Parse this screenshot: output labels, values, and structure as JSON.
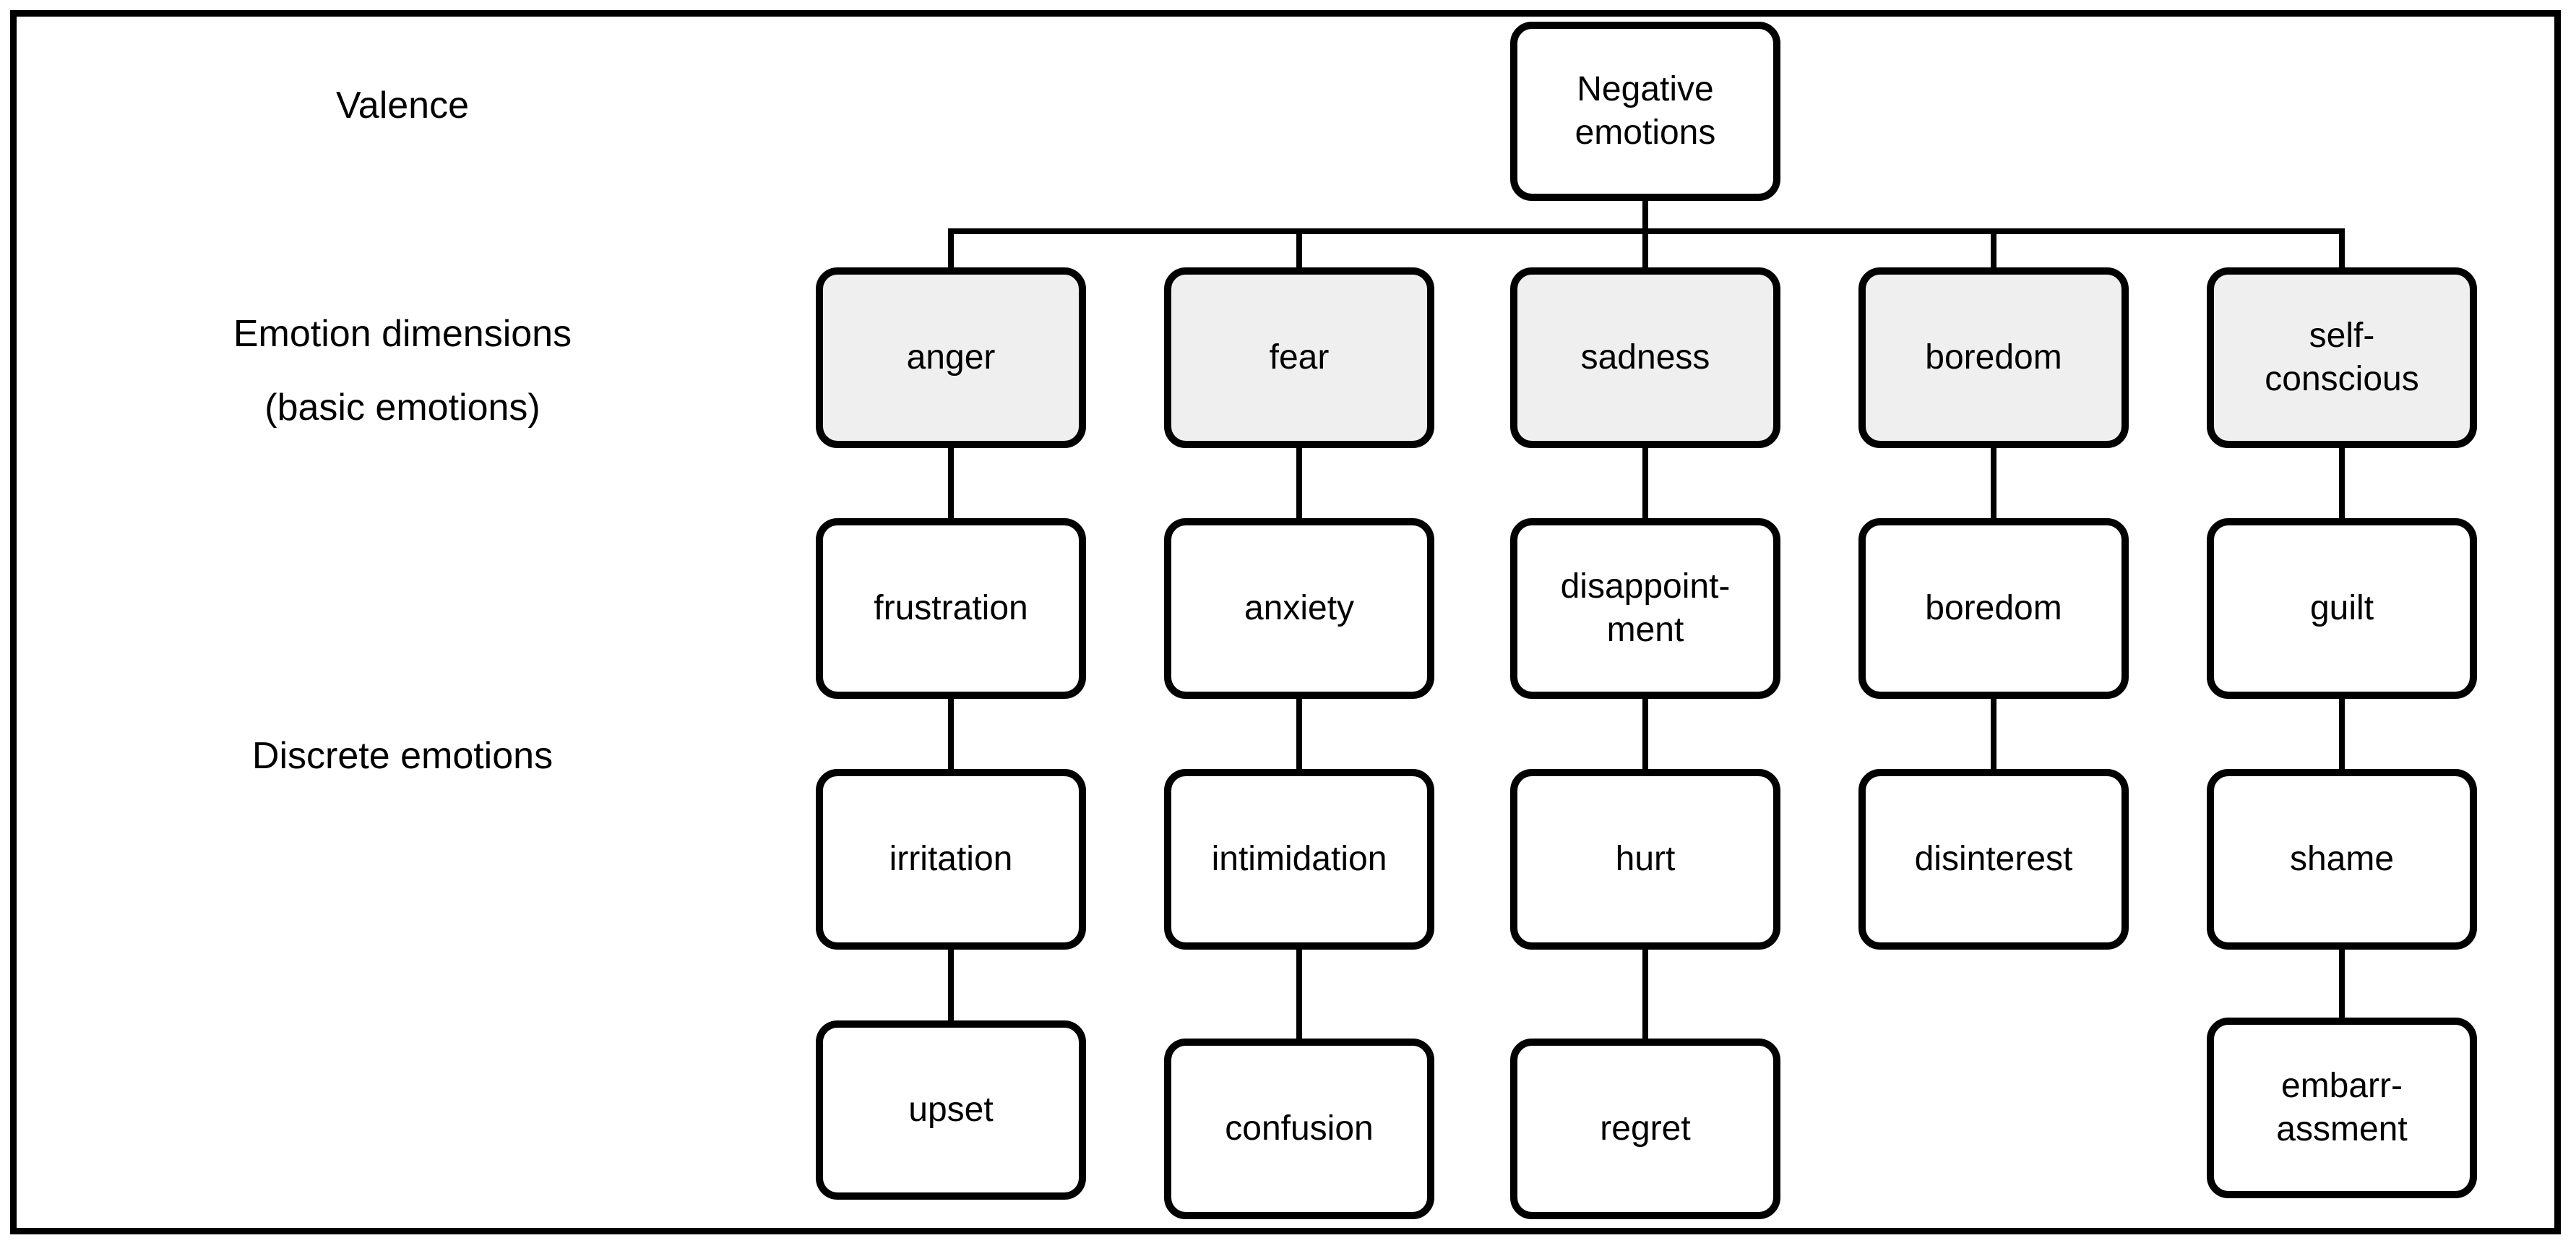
{
  "labels": {
    "valence": "Valence",
    "dimensions_line1": "Emotion dimensions",
    "dimensions_line2": "(basic emotions)",
    "discrete": "Discrete emotions"
  },
  "root": {
    "label": "Negative\nemotions"
  },
  "columns": [
    {
      "dimension": "anger",
      "children": [
        "frustration",
        "irritation",
        "upset"
      ]
    },
    {
      "dimension": "fear",
      "children": [
        "anxiety",
        "intimidation",
        "confusion"
      ]
    },
    {
      "dimension": "sadness",
      "children": [
        "disappoint-\nment",
        "hurt",
        "regret"
      ]
    },
    {
      "dimension": "boredom",
      "children": [
        "boredom",
        "disinterest"
      ]
    },
    {
      "dimension": "self-\nconscious",
      "children": [
        "guilt",
        "shame",
        "embarr-\nassment"
      ]
    }
  ],
  "colors": {
    "background": "#ffffff",
    "dimension_fill": "#efefef",
    "discrete_fill": "#ffffff",
    "line": "#000000",
    "text": "#000000"
  }
}
